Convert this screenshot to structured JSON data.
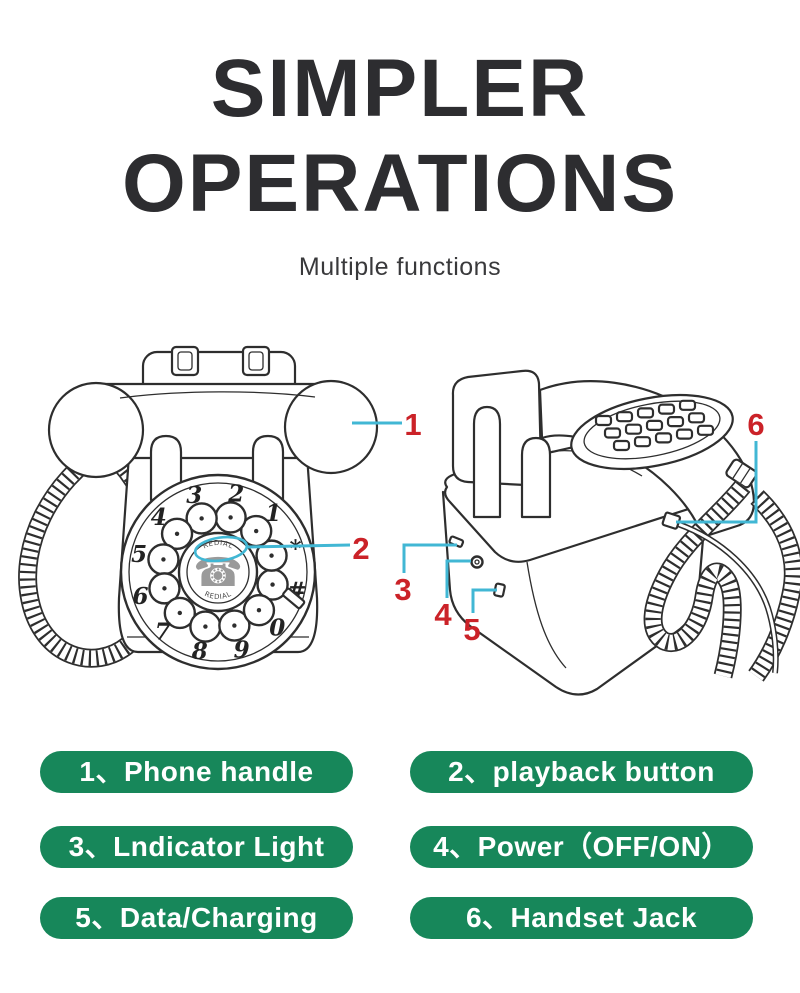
{
  "header": {
    "title_line1": "SIMPLER",
    "title_line2": "OPERATIONS",
    "subtitle": "Multiple functions"
  },
  "colors": {
    "title": "#2d2d30",
    "green": "#17875a",
    "red": "#cb2228",
    "cyan": "#41b7d4",
    "line_art": "#2e2e2e"
  },
  "diagram": {
    "callouts": {
      "c1": "1",
      "c2": "2",
      "c3": "3",
      "c4": "4",
      "c5": "5",
      "c6": "6"
    },
    "dial": {
      "digits": [
        "1",
        "2",
        "3",
        "4",
        "5",
        "6",
        "7",
        "8",
        "9",
        "0"
      ],
      "star": "*",
      "hash": "#",
      "hub_top_label": "REDIAL",
      "hub_bottom_label": "REDIAL",
      "phone_glyph": "☎"
    }
  },
  "legend": {
    "separator": "、",
    "items": [
      {
        "num": "1",
        "label": "Phone handle"
      },
      {
        "num": "2",
        "label": "playback button"
      },
      {
        "num": "3",
        "label": "Lndicator Light"
      },
      {
        "num": "4",
        "label": "Power（OFF/ON）"
      },
      {
        "num": "5",
        "label": "Data/Charging"
      },
      {
        "num": "6",
        "label": "Handset Jack"
      }
    ]
  }
}
